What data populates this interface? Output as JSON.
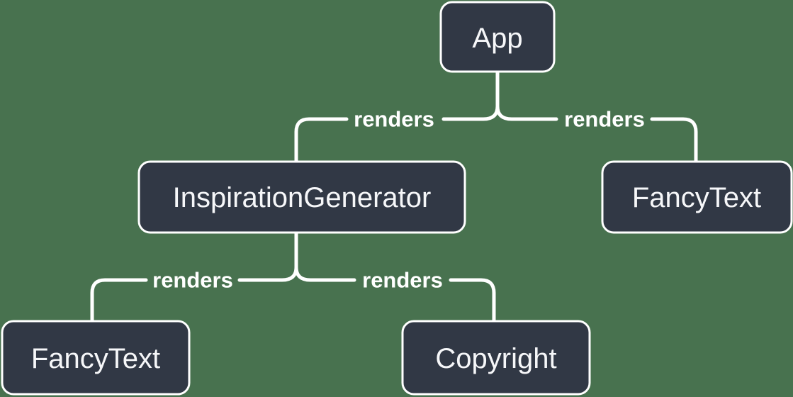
{
  "diagram": {
    "description": "Component render tree",
    "nodes": [
      {
        "id": "app",
        "label": "App"
      },
      {
        "id": "inspiration-generator",
        "label": "InspirationGenerator"
      },
      {
        "id": "fancy-text-top-right",
        "label": "FancyText"
      },
      {
        "id": "fancy-text-bottom-left",
        "label": "FancyText"
      },
      {
        "id": "copyright",
        "label": "Copyright"
      }
    ],
    "edges": [
      {
        "from": "App",
        "to": "InspirationGenerator",
        "label": "renders"
      },
      {
        "from": "App",
        "to": "FancyText",
        "label": "renders"
      },
      {
        "from": "InspirationGenerator",
        "to": "FancyText",
        "label": "renders"
      },
      {
        "from": "InspirationGenerator",
        "to": "Copyright",
        "label": "renders"
      }
    ]
  },
  "colors": {
    "background": "#48724F",
    "node_fill": "#313845",
    "node_border": "#FFFFFF",
    "node_text": "#F6F7F9",
    "line": "#FFFFFF",
    "edge_label": "#FFFFFF"
  }
}
